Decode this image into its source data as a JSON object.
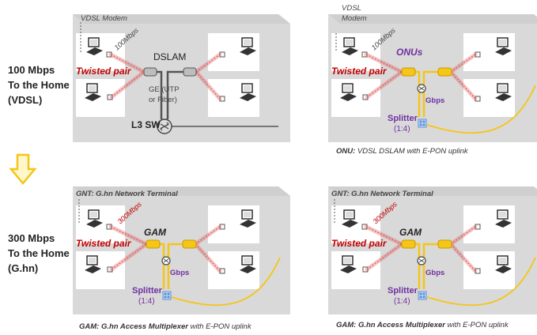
{
  "left_labels": {
    "top": [
      "100 Mbps",
      "To the Home",
      "(VDSL)"
    ],
    "bottom": [
      "300 Mbps",
      "To the Home",
      "(G.hn)"
    ]
  },
  "colors": {
    "building": "#d9d9d9",
    "room": "#ffffff",
    "twisted_pair": "#e05a5a",
    "fiber": "#f5c518",
    "onu": "#f5c518",
    "splitter": "#5b8fd6",
    "red_text": "#c00000",
    "purple_text": "#7030a0",
    "arrow": "#f5c518"
  },
  "panels": {
    "tl": {
      "modem_label": [
        "VDSL Modem"
      ],
      "speed": "100Mbps",
      "node_label": "DSLAM",
      "twisted_pair": "Twisted pair",
      "ge_label": [
        "GE (UTP",
        "or Fiber)"
      ],
      "switch_label": "L3 SW"
    },
    "tr": {
      "modem_label": [
        "VDSL",
        "Modem"
      ],
      "speed": "100Mbps",
      "node_label": "ONUs",
      "twisted_pair": "Twisted pair",
      "gbps": "Gbps",
      "splitter": [
        "Splitter",
        "(1:4)"
      ],
      "caption_bold": "ONU:",
      "caption_rest": " VDSL DSLAM with E-PON uplink"
    },
    "bl": {
      "modem_label": [
        "GNT: G.hn Network Terminal"
      ],
      "speed": "300Mbps",
      "node_label": "GAM",
      "twisted_pair": "Twisted pair",
      "gbps": "Gbps",
      "splitter": [
        "Splitter",
        "(1:4)"
      ],
      "caption_bold": "GAM: G.hn Access Multiplexer",
      "caption_rest": " with E-PON uplink"
    },
    "br": {
      "modem_label": [
        "GNT: G.hn Network Terminal"
      ],
      "speed": "300Mbps",
      "node_label": "GAM",
      "twisted_pair": "Twisted pair",
      "gbps": "Gbps",
      "splitter": [
        "Splitter",
        "(1:4)"
      ],
      "caption_bold": "GAM: G.hn Access Multiplexer",
      "caption_rest": " with E-PON uplink"
    }
  }
}
